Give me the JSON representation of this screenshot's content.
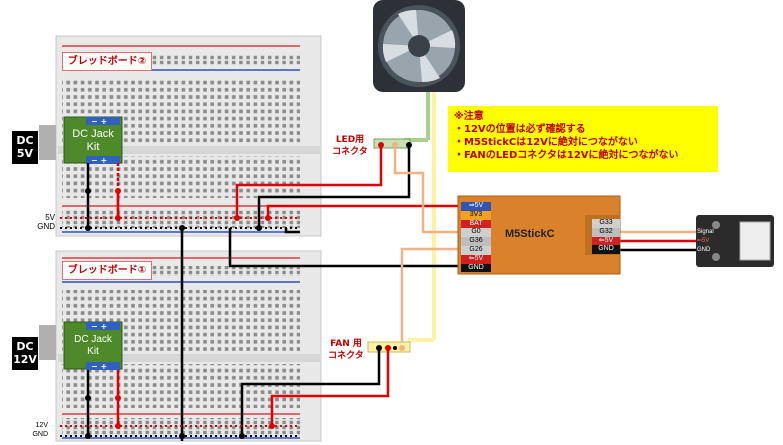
{
  "breadboard_top": {
    "title": "ブレッドボード②"
  },
  "breadboard_bottom": {
    "title": "ブレッドボード①"
  },
  "dc_top": {
    "line1": "DC",
    "line2": "5V"
  },
  "dc_bottom": {
    "line1": "DC",
    "line2": "12V"
  },
  "jack_top": {
    "line1": "DC Jack",
    "line2": "Kit"
  },
  "jack_bottom": {
    "line1": "DC Jack",
    "line2": "Kit"
  },
  "rail_top": {
    "plus": "5V",
    "minus": "GND"
  },
  "rail_bottom": {
    "plus": "12V",
    "minus": "GND"
  },
  "led_connector": {
    "line1": "LED用",
    "line2": "コネクタ"
  },
  "fan_connector": {
    "line1": "FAN 用",
    "line2": "コネクタ"
  },
  "note": {
    "title": "※注意",
    "items": [
      "・12Vの位置は必ず確認する",
      "・M5StickCは12Vに絶対につながない",
      "・FANのLEDコネクタは12Vに絶対につながない"
    ]
  },
  "m5": {
    "name": "M5StickC",
    "left_pins": [
      "⇒5V",
      "3V3",
      "BAT",
      "G0",
      "G36",
      "G26",
      "⇐5V",
      "GND"
    ],
    "right_pins": [
      "G33",
      "G32",
      "⇐5V",
      "GND"
    ]
  },
  "sensor": {
    "pins": [
      "Signal",
      "⇐5V",
      "GND"
    ]
  },
  "colors": {
    "red": "#e00000",
    "black": "#000000",
    "yellow": "#fff2a0",
    "peach": "#f4b183",
    "green_wire": "#a9d18e",
    "m5_orange": "#d9822b",
    "jack_green": "#4e8a2a"
  }
}
